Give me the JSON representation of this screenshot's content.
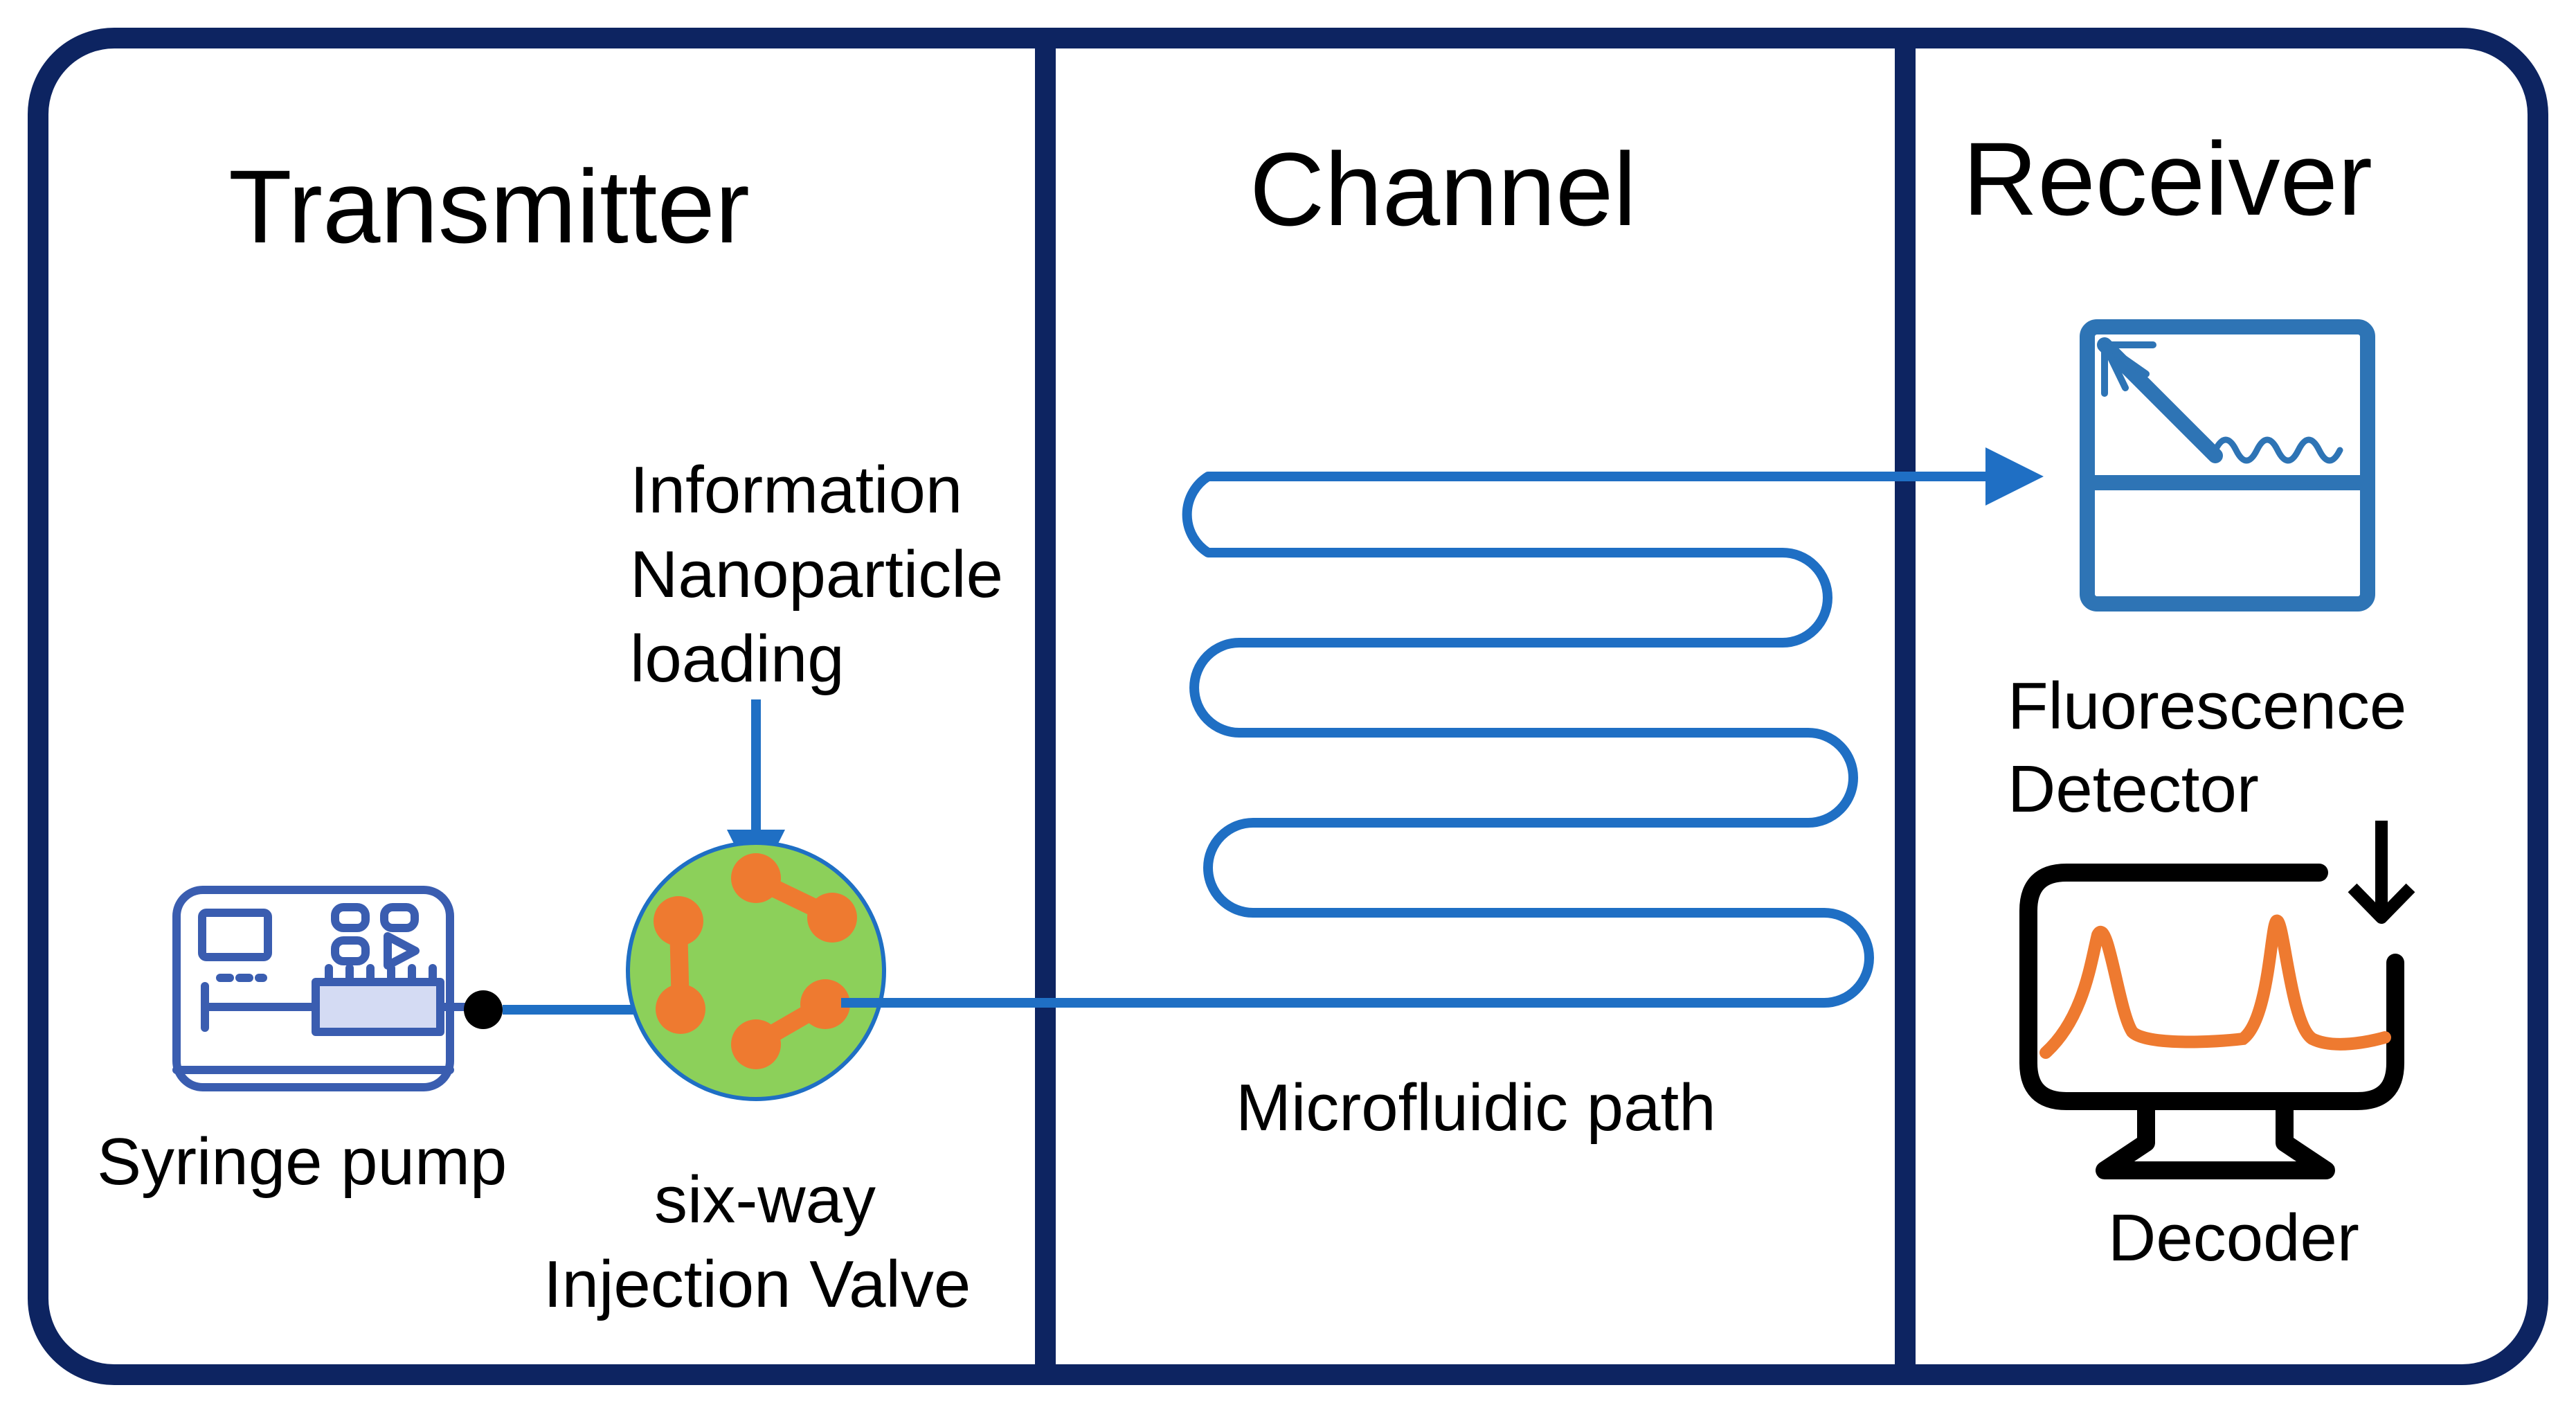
{
  "sections": {
    "transmitter": "Transmitter",
    "channel": "Channel",
    "receiver": "Receiver"
  },
  "labels": {
    "info_line1": "Information",
    "info_line2": "Nanoparticle",
    "info_line3": "loading",
    "syringe_pump": "Syringe pump",
    "valve_line1": "six-way",
    "valve_line2": "Injection Valve",
    "microfluidic_path": "Microfluidic path",
    "detector_line1": "Fluorescence",
    "detector_line2": "Detector",
    "decoder": "Decoder"
  },
  "colors": {
    "frame": "#0d2461",
    "flow_blue": "#1f6fc4",
    "pump_blue": "#3a5db0",
    "valve_green": "#8cd05a",
    "port_orange": "#ee7a30",
    "detector_blue": "#2e74b5",
    "signal_orange": "#ee7a30"
  },
  "icons": {
    "pump": "syringe-pump-icon",
    "valve": "six-way-valve-icon",
    "detector": "fluorescence-detector-icon",
    "decoder": "monitor-decoder-icon"
  }
}
